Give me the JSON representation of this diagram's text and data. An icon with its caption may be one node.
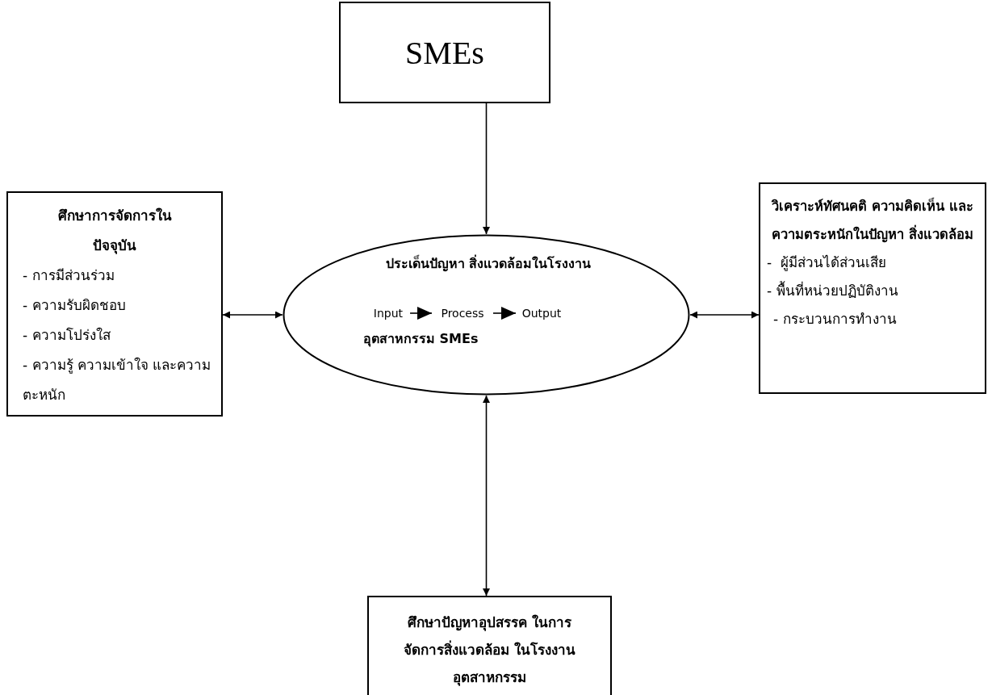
{
  "diagram": {
    "nodes": [
      {
        "text": [
          "SMEs"
        ]
      },
      {
        "text": [
          "ศึกษาการจัดการใน ปัจจุบัน",
          "- การมีส่วนร่วม",
          "- ความรับผิดชอบ",
          "- ความโปร่งใส",
          "- ความรู้ ความเข้าใจ และความตะหนัก"
        ]
      },
      {
        "text": [
          "ประเด็นปัญหา สิ่งแวดล้อมในโรงงาน",
          "อุตสาหกรรม SMEs"
        ]
      },
      {
        "text": [
          "Input"
        ],
        "in": 2
      },
      {
        "text": [
          "Process"
        ],
        "in": 2
      },
      {
        "text": [
          "Output"
        ],
        "in": 2
      },
      {
        "text": [
          "วิเคราะห์ทัศนคติ ความคิดเห็น และความตระหนักในปัญหา สิ่งแวดล้อม",
          "-  ผู้มีส่วนได้ส่วนเสีย",
          "- พื้นที่หน่วยปฏิบัติงาน",
          "- กระบวนการทำงาน"
        ]
      },
      {
        "text": [
          "ศึกษาปัญหาอุปสรรค ในการจัดการสิ่งแวดล้อม ในโรงงานอุตสาหกรรม"
        ]
      }
    ],
    "edges": [
      {
        "from": 0,
        "to": 2,
        "arrow": "to"
      },
      {
        "from": 1,
        "to": 2,
        "arrow": "both"
      },
      {
        "from": 2,
        "to": 6,
        "arrow": "both"
      },
      {
        "from": 2,
        "to": 7,
        "arrow": "both"
      },
      {
        "from": 3,
        "to": 4,
        "arrow": "to"
      },
      {
        "from": 4,
        "to": 5,
        "arrow": "to"
      }
    ]
  }
}
